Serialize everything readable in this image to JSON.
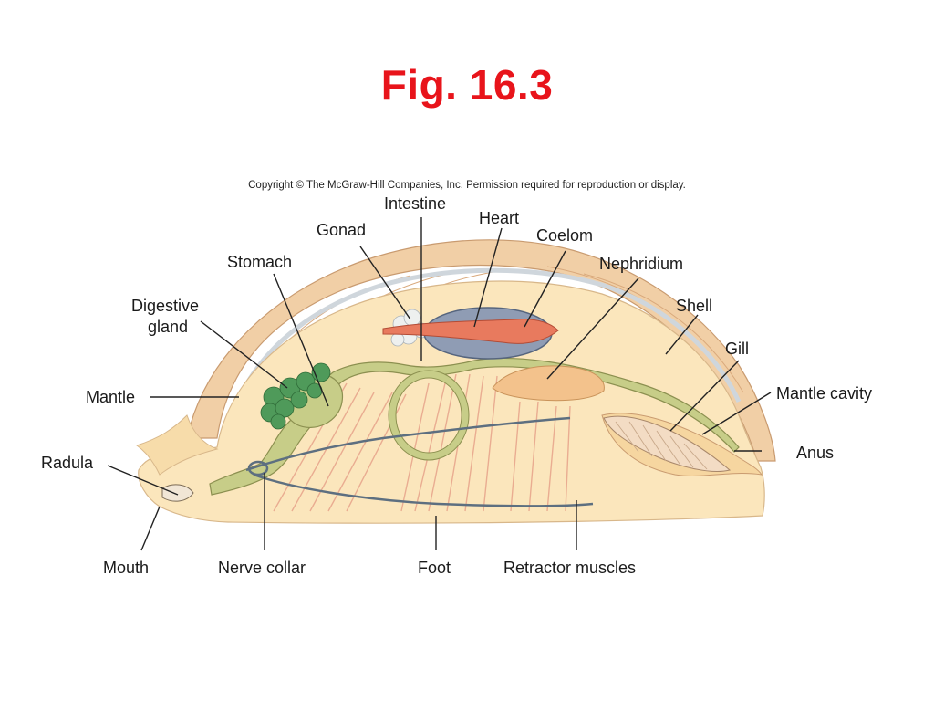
{
  "title": "Fig. 16.3",
  "copyright": "Copyright © The McGraw-Hill Companies, Inc. Permission required for reproduction or display.",
  "labels": {
    "intestine": "Intestine",
    "heart": "Heart",
    "gonad": "Gonad",
    "coelom": "Coelom",
    "stomach": "Stomach",
    "nephridium": "Nephridium",
    "digestive_gland_line1": "Digestive",
    "digestive_gland_line2": "gland",
    "shell": "Shell",
    "gill": "Gill",
    "mantle": "Mantle",
    "mantle_cavity": "Mantle cavity",
    "anus": "Anus",
    "radula": "Radula",
    "mouth": "Mouth",
    "nerve_collar": "Nerve collar",
    "foot": "Foot",
    "retractor_muscles": "Retractor muscles"
  },
  "colors": {
    "title": "#e8141b",
    "shell": "#f0cfa6",
    "body": "#fbe6bc",
    "gut": "#c5cc86",
    "digestive_gland": "#4f9a5a",
    "heart": "#e87a5e",
    "coelom": "#8e9bb3",
    "muscle": "#e9a48c",
    "nerve": "#5c6f80"
  }
}
